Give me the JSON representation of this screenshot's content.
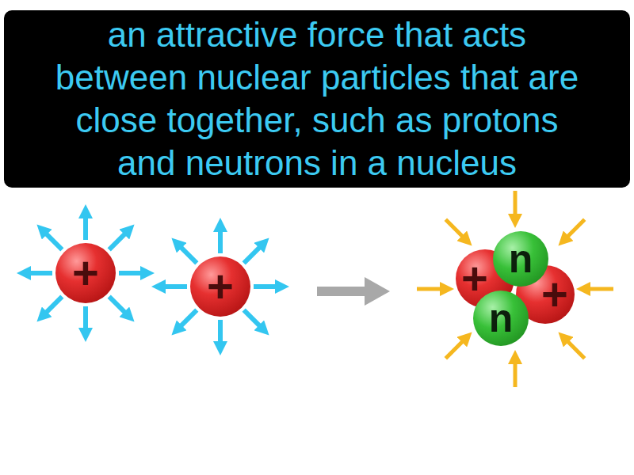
{
  "diagram": {
    "nodes": [
      {
        "text": [
          "an attractive force that acts between nuclear particles that are close together, such as protons and neutrons in a nucleus"
        ]
      },
      {
        "text": [
          "+"
        ]
      },
      {
        "text": [
          "+"
        ]
      },
      {
        "text": [
          "+"
        ]
      },
      {
        "text": [
          "n"
        ]
      },
      {
        "text": [
          "+"
        ]
      },
      {
        "text": [
          "n"
        ]
      }
    ]
  }
}
